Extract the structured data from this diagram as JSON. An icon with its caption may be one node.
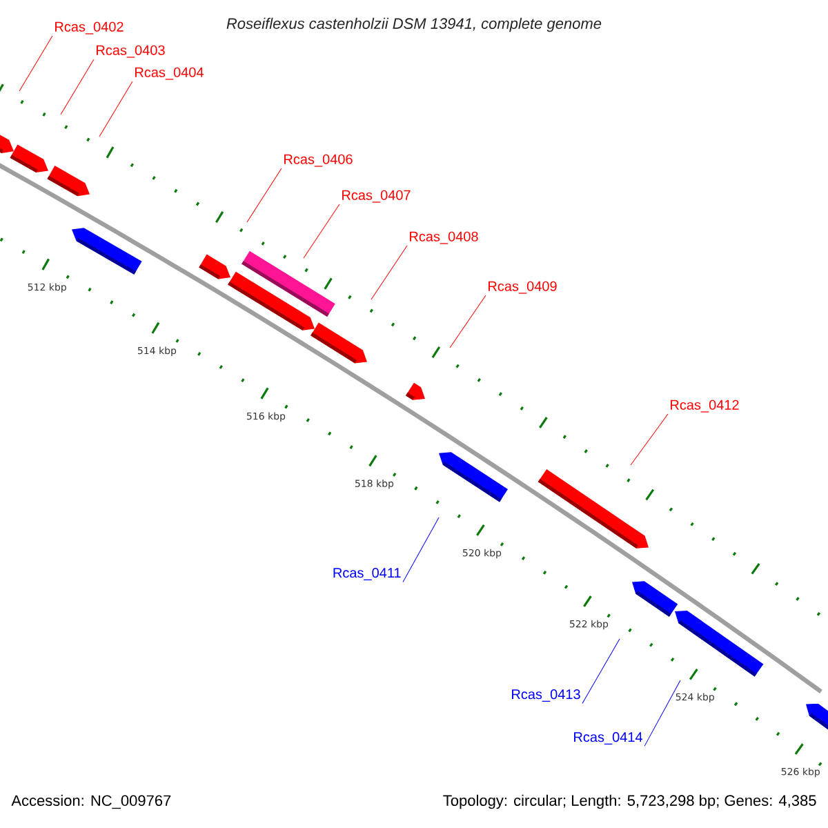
{
  "diagram": {
    "title": "*Roseiflexus castenholzii DSM 13941, complete genome*",
    "nodes": [
      {
        "text": [
          "Rcas_0402"
        ]
      },
      {
        "text": [
          "Rcas_0403"
        ]
      },
      {
        "text": [
          "Rcas_0404"
        ]
      },
      {
        "text": [
          "Rcas_0406"
        ]
      },
      {
        "text": [
          "Rcas_0407"
        ]
      },
      {
        "text": [
          "Rcas_0408"
        ]
      },
      {
        "text": [
          "Rcas_0409"
        ]
      },
      {
        "text": [
          "Rcas_0412"
        ]
      },
      {
        "text": [
          "Rcas_0411"
        ]
      },
      {
        "text": [
          "Rcas_0413"
        ]
      },
      {
        "text": [
          "Rcas_0414"
        ]
      }
    ],
    "edges": [
      {
        "from": 0,
        "to": null,
        "arrow": "none"
      },
      {
        "from": 1,
        "to": null,
        "arrow": "none"
      },
      {
        "from": 2,
        "to": null,
        "arrow": "none"
      },
      {
        "from": 3,
        "to": null,
        "arrow": "none"
      },
      {
        "from": 4,
        "to": null,
        "arrow": "none"
      },
      {
        "from": 5,
        "to": null,
        "arrow": "none"
      },
      {
        "from": 6,
        "to": null,
        "arrow": "none"
      },
      {
        "from": 7,
        "to": null,
        "arrow": "none"
      },
      {
        "from": 8,
        "to": null,
        "arrow": "none",
        "color": "#0000ff"
      },
      {
        "from": 9,
        "to": null,
        "arrow": "none",
        "color": "#0000ff"
      },
      {
        "from": 10,
        "to": null,
        "arrow": "none",
        "color": "#0000ff"
      }
    ],
    "labels": [
      "512 kbp",
      "514 kbp",
      "516 kbp",
      "518 kbp",
      "520 kbp",
      "522 kbp",
      "524 kbp",
      "526 kbp",
      "Accession: NC_009767",
      "Topology: circular; Length: 5,723,298 bp; Genes: 4,385"
    ]
  }
}
